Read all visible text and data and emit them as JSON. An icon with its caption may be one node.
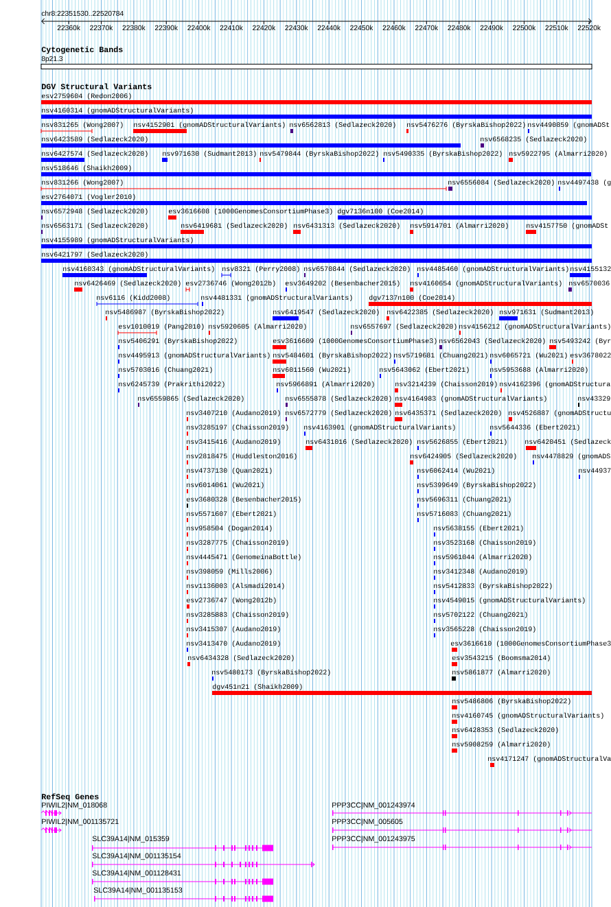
{
  "diagram": {
    "labels": [
      "chr8:22351530..22520784",
      "22360k",
      "22370k",
      "22380k",
      "22390k",
      "22400k",
      "22410k",
      "22420k",
      "22430k",
      "22440k",
      "22450k",
      "22460k",
      "22470k",
      "22480k",
      "22490k",
      "22500k",
      "22510k",
      "22520k",
      "Cytogenetic Bands",
      "8p21.3",
      "DGV Structural Variants",
      "esv2759604 (Redon2006)",
      "nsv4160314 (gnomADStructuralVariants)",
      "nsv831265 (Wong2007)",
      "nsv4152901 (gnomADStructuralVariants)",
      "nsv6562813 (Sedlazeck2020)",
      "nsv5476276 (ByrskaBishop2022)",
      "nsv4490859 (gnomADSt",
      "nsv6423589 (Sedlazeck2020)",
      "nsv6568235 (Sedlazeck2020)",
      "nsv6427574 (Sedlazeck2020)",
      "nsv971630 (Sudmant2013)",
      "nsv5479844 (ByrskaBishop2022)",
      "nsv5490335 (ByrskaBishop2022)",
      "nsv5922795 (Almarri2020)",
      "nsv518646 (Shaikh2009)",
      "nsv831266 (Wong2007)",
      "nsv6556084 (Sedlazeck2020)",
      "nsv4497438 (g",
      "esv2764071 (Vogler2010)",
      "nsv6572948 (Sedlazeck2020)",
      "esv3616608 (1000GenomesConsortiumPhase3)",
      "dgv7136n100 (Coe2014)",
      "nsv6563171 (Sedlazeck2020)",
      "nsv6419681 (Sedlazeck2020)",
      "nsv6431313 (Sedlazeck2020)",
      "nsv5914701 (Almarri2020)",
      "nsv4157750 (gnomADSt",
      "nsv4155989 (gnomADStructuralVariants)",
      "nsv6421797 (Sedlazeck2020)",
      "nsv4160343 (gnomADStructuralVariants)",
      "nsv8321 (Perry2008)",
      "nsv6570844 (Sedlazeck2020)",
      "nsv4485460 (gnomADStructuralVariants)",
      "nsv4155132",
      "nsv6426469 (Sedlazeck2020)",
      "esv2736746 (Wong2012b)",
      "esv3649202 (Besenbacher2015)",
      "nsv4160654 (gnomADStructuralVariants)",
      "nsv6570036",
      "nsv6116 (Kidd2008)",
      "nsv4481331 (gnomADStructuralVariants)",
      "dgv7137n100 (Coe2014)",
      "nsv5486987 (ByrskaBishop2022)",
      "nsv6419547 (Sedlazeck2020)",
      "nsv6422385 (Sedlazeck2020)",
      "nsv971631 (Sudmant2013)",
      "esv1010019 (Pang2010)",
      "nsv5920605 (Almarri2020)",
      "nsv6557697 (Sedlazeck2020)",
      "nsv4156212 (gnomADStructuralVariants)",
      "nsv5406291 (ByrskaBishop2022)",
      "esv3616609 (1000GenomesConsortiumPhase3)",
      "nsv6562043 (Sedlazeck2020)",
      "nsv5493242 (Byr",
      "nsv4495913 (gnomADStructuralVariants)",
      "nsv5484601 (ByrskaBishop2022)",
      "nsv5719681 (Chuang2021)",
      "nsv6065721 (Wu2021)",
      "esv3678022",
      "nsv5703016 (Chuang2021)",
      "nsv6011560 (Wu2021)",
      "nsv5643062 (Ebert2021)",
      "nsv5953688 (Almarri2020)",
      "nsv6245739 (Prakrithi2022)",
      "nsv5966891 (Almarri2020)",
      "nsv3214239 (Chaisson2019)",
      "nsv4162396 (gnomADStructura",
      "nsv6559865 (Sedlazeck2020)",
      "nsv6555878 (Sedlazeck2020)",
      "nsv4164983 (gnomADStructuralVariants)",
      "nsv43329",
      "nsv3407210 (Audano2019)",
      "nsv6572779 (Sedlazeck2020)",
      "nsv6435371 (Sedlazeck2020)",
      "nsv4526887 (gnomADStructu",
      "nsv3285197 (Chaisson2019)",
      "nsv4163901 (gnomADStructuralVariants)",
      "nsv5644336 (Ebert2021)",
      "nsv3415416 (Audano2019)",
      "nsv6431016 (Sedlazeck2020)",
      "nsv5626855 (Ebert2021)",
      "nsv6420451 (Sedlazeck",
      "nsv2818475 (Huddleston2016)",
      "nsv6424905 (Sedlazeck2020)",
      "nsv4478829 (gnomADS",
      "nsv4737130 (Quan2021)",
      "nsv6062414 (Wu2021)",
      "nsv44937",
      "nsv6014061 (Wu2021)",
      "nsv5399649 (ByrskaBishop2022)",
      "esv3680328 (Besenbacher2015)",
      "nsv5696311 (Chuang2021)",
      "nsv5571607 (Ebert2021)",
      "nsv5716083 (Chuang2021)",
      "nsv958504 (Dogan2014)",
      "nsv5638155 (Ebert2021)",
      "nsv3287775 (Chaisson2019)",
      "nsv3523168 (Chaisson2019)",
      "nsv4445471 (GenomeinaBottle)",
      "nsv5961044 (Almarri2020)",
      "nsv398059 (Mills2006)",
      "nsv3412348 (Audano2019)",
      "nsv1136003 (Alsmadi2014)",
      "nsv5412833 (ByrskaBishop2022)",
      "esv2736747 (Wong2012b)",
      "nsv4549015 (gnomADStructuralVariants)",
      "nsv3285883 (Chaisson2019)",
      "nsv5702122 (Chuang2021)",
      "nsv3415307 (Audano2019)",
      "nsv3565228 (Chaisson2019)",
      "nsv3413470 (Audano2019)",
      "esv3616610 (1000GenomesConsortiumPhase3",
      "nsv6434328 (Sedlazeck2020)",
      "esv3543215 (Boomsma2014)",
      "nsv5480173 (ByrskaBishop2022)",
      "nsv5861877 (Almarri2020)",
      "dgv451n21 (Shaikh2009)",
      "nsv5486806 (ByrskaBishop2022)",
      "nsv4160745 (gnomADStructuralVariants)",
      "nsv6428353 (Sedlazeck2020)",
      "nsv5908259 (Almarri2020)",
      "nsv4171247 (gnomADStructuralVa",
      "RefSeq Genes",
      "PIWIL2|NM_018068",
      "PPP3CC|NM_001243974",
      "PIWIL2|NM_001135721",
      "PPP3CC|NM_005605",
      "SLC39A14|NM_015359",
      "PPP3CC|NM_001243975",
      "SLC39A14|NM_001135154",
      "SLC39A14|NM_001128431",
      "SLC39A14|NM_001135153"
    ]
  }
}
